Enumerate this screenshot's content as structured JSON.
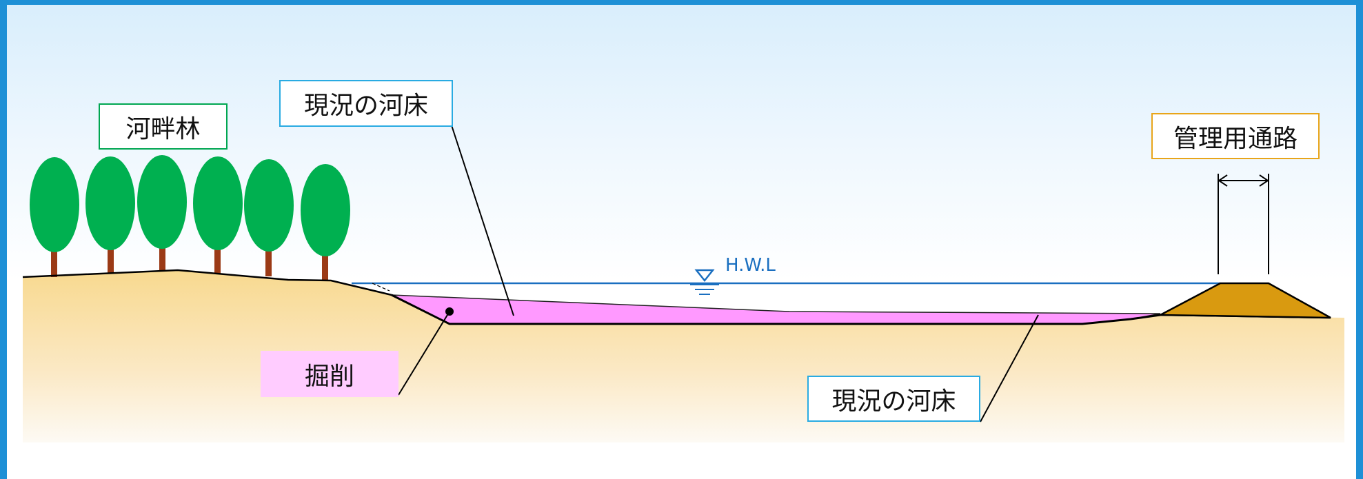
{
  "labels": {
    "riparian_forest": "河畔林",
    "current_riverbed_top": "現況の河床",
    "management_road": "管理用通路",
    "excavation": "掘削",
    "current_riverbed_bottom": "現況の河床",
    "hwl": "H.W.L"
  },
  "colors": {
    "frame_border": "#1e90d6",
    "sky_top": "#d9eefc",
    "ground_top": "#f8d98f",
    "tree_crown": "#00b050",
    "tree_trunk": "#9b3a16",
    "excavation_fill": "#ff99ff",
    "road_embankment": "#d99a10",
    "water_line": "#1a6fc0"
  },
  "icons": {
    "hwl_marker": "water-level-triangle-icon"
  }
}
